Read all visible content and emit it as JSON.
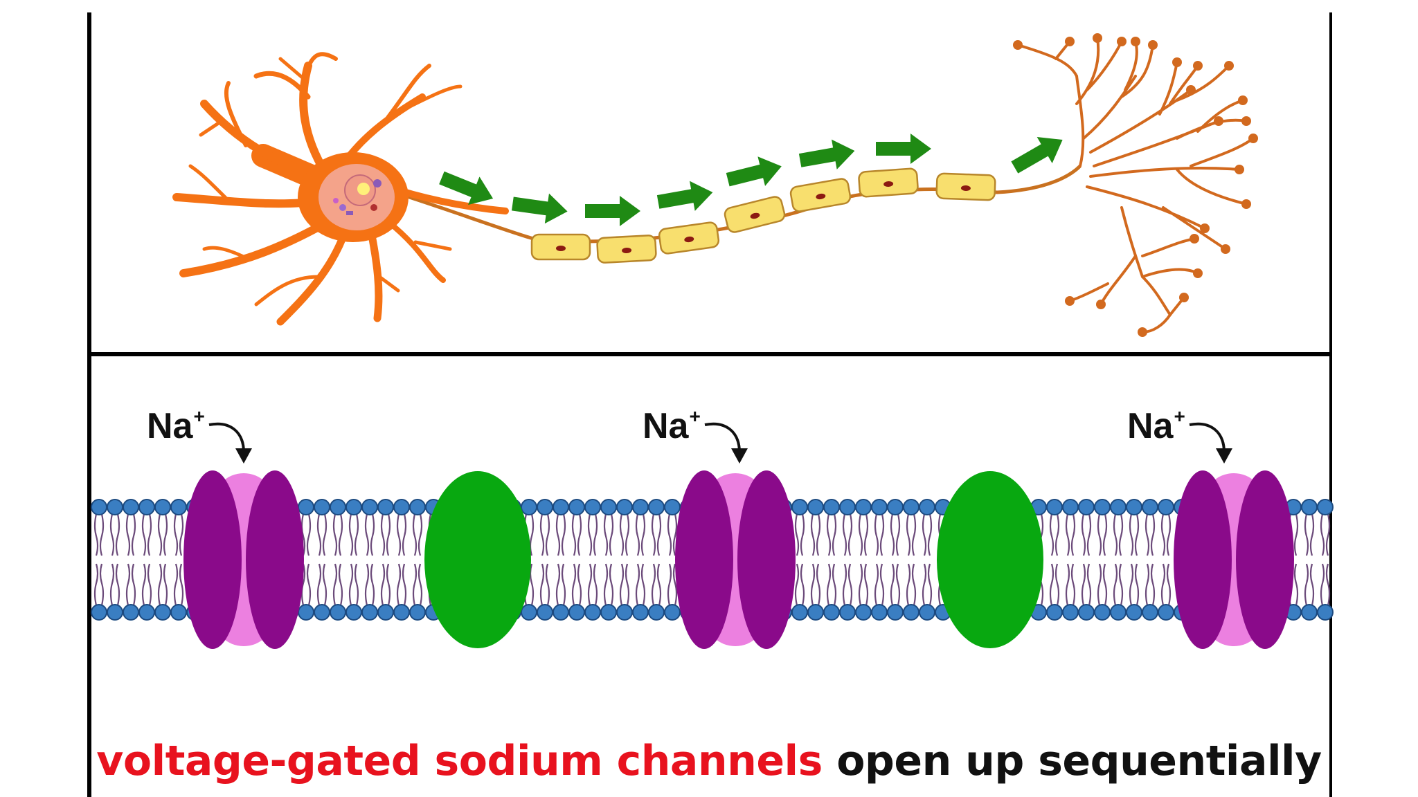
{
  "neuron": {
    "signal_arrow_count": 8,
    "myelin_segment_count": 7
  },
  "membrane": {
    "ion_labels": [
      {
        "ion": "Na",
        "charge": "+"
      },
      {
        "ion": "Na",
        "charge": "+"
      },
      {
        "ion": "Na",
        "charge": "+"
      }
    ],
    "channels": [
      "sodium-channel",
      "green-protein",
      "sodium-channel",
      "green-protein",
      "sodium-channel"
    ]
  },
  "caption": {
    "highlight": "voltage-gated sodium channels",
    "rest": "open up sequentially"
  },
  "colors": {
    "dendrite_orange": "#f57214",
    "axon_terminal_brown": "#d2691e",
    "myelin_yellow": "#f8df6e",
    "signal_arrow_green": "#1f8a14",
    "phospholipid_head_blue": "#3a7ec2",
    "channel_dark_purple": "#8a0a8a",
    "channel_pink": "#ec80e0",
    "protein_green": "#08a810",
    "caption_red": "#e8121e"
  }
}
